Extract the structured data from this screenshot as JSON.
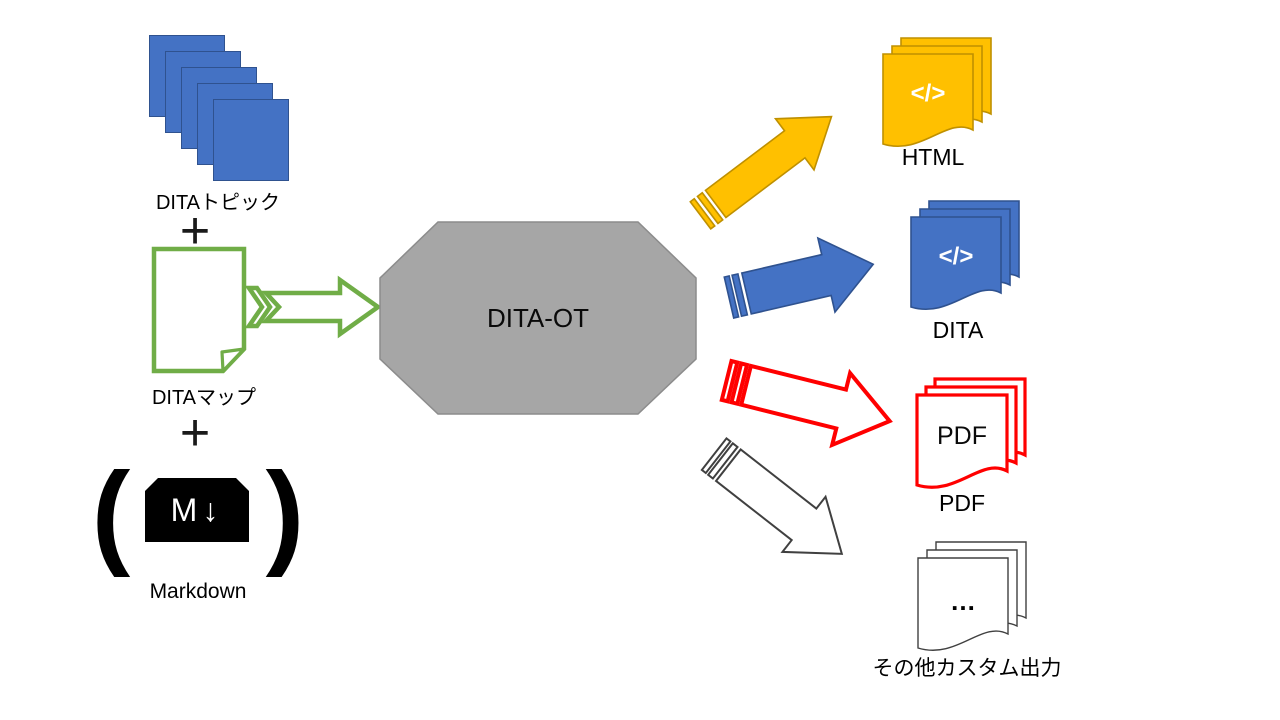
{
  "colors": {
    "blue": "#4472C4",
    "blue_dark": "#2F528F",
    "green": "#70AD47",
    "gold": "#FFC000",
    "gold_dark": "#BF9000",
    "red": "#FF0000",
    "gray": "#A6A6A6",
    "gray_dark": "#8C8C8C",
    "outline_dark": "#404040",
    "white": "#FFFFFF",
    "black": "#000000"
  },
  "inputs": {
    "topics_label": "DITAトピック",
    "plus": "+",
    "map_label": "DITAマップ",
    "markdown": {
      "paren_open": "(",
      "paren_close": ")",
      "icon_text": "M↓",
      "label": "Markdown"
    }
  },
  "processor": {
    "label": "DITA-OT"
  },
  "outputs": {
    "html": {
      "doc_text": "</>",
      "label": "HTML"
    },
    "dita": {
      "doc_text": "</>",
      "label": "DITA"
    },
    "pdf": {
      "doc_text": "PDF",
      "label": "PDF"
    },
    "other": {
      "doc_text": "…",
      "label": "その他カスタム出力"
    }
  }
}
